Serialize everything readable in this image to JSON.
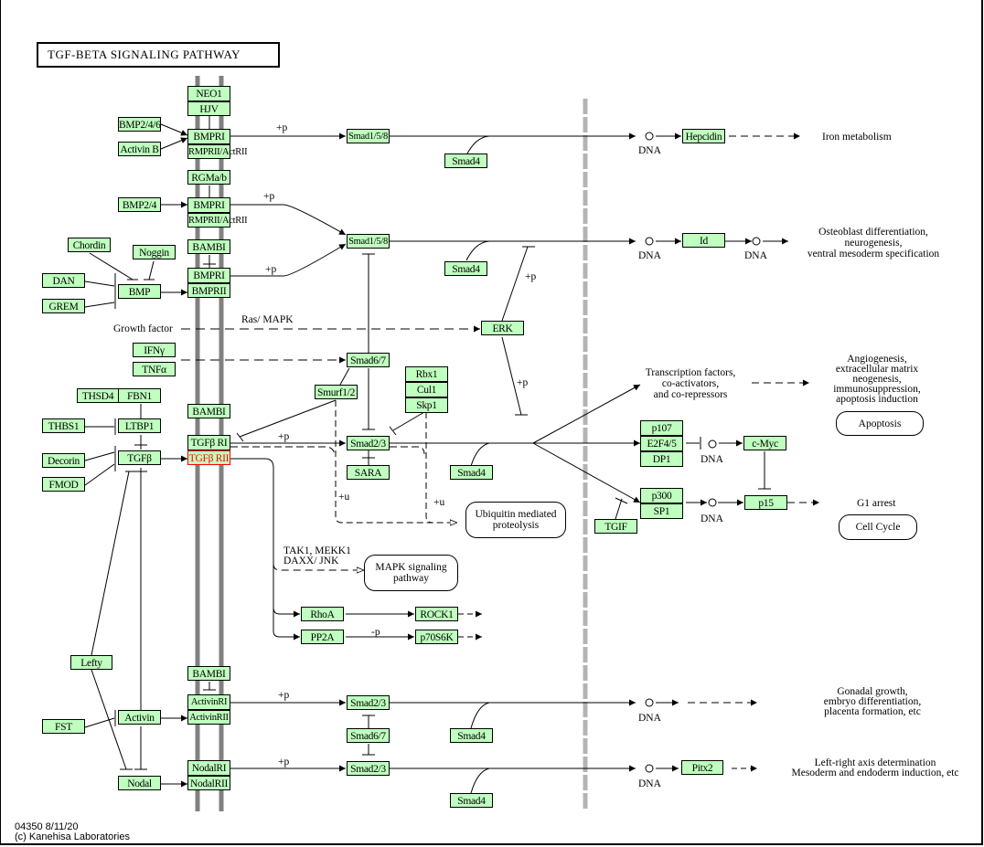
{
  "title": "TGF-BETA SIGNALING PATHWAY",
  "footer": {
    "id_date": "04350 8/11/20",
    "copyright": "(c) Kanehisa Laboratories"
  },
  "colors": {
    "gene_fill": "#bfffbf",
    "highlight": "#ff0000",
    "membrane": "#808080",
    "nucleus": "#b4b4b4"
  },
  "genes": {
    "neo1": "NEO1",
    "hjv": "HJV",
    "bmp246": "BMP2/4/6",
    "activinb": "Activin B",
    "bmpri_1": "BMPRI",
    "bmprii_actrii_1": "RMPRII/ActRII",
    "rgma": "RGMa/b",
    "bmp24": "BMP2/4",
    "bmpri_2": "BMPRI",
    "bmprii_actrii_2": "RMPRII/ActRII",
    "chordin": "Chordin",
    "noggin": "Noggin",
    "dan": "DAN",
    "grem": "GREM",
    "bmp": "BMP",
    "bambi_1": "BAMBI",
    "bmpri_3": "BMPRI",
    "bmprii_3": "BMPRII",
    "ifng": "IFNγ",
    "tnfa": "TNFα",
    "thsd4": "THSD4",
    "fbn1": "FBN1",
    "thbs1": "THBS1",
    "ltbp1": "LTBP1",
    "decorin": "Decorin",
    "fmod": "FMOD",
    "tgfb": "TGFβ",
    "bambi_2": "BAMBI",
    "tgfbri": "TGFβ RI",
    "tgfbrii": "TGFβ RII",
    "lefty": "Lefty",
    "fst": "FST",
    "activin": "Activin",
    "nodal": "Nodal",
    "bambi_3": "BAMBI",
    "activinri": "ActivinRI",
    "activinrii": "ActivinRII",
    "nodalri": "NodalRI",
    "nodalrii": "NodalRII",
    "smad158_1": "Smad1/5/8",
    "smad4_1": "Smad4",
    "smad158_2": "Smad1/5/8",
    "smad4_2": "Smad4",
    "erk": "ERK",
    "smad67_1": "Smad6/7",
    "smurf": "Smurf1/2",
    "rbx1": "Rbx1",
    "cul1": "Cul1",
    "skp1": "Skp1",
    "smad23_1": "Smad2/3",
    "sara": "SARA",
    "smad4_3": "Smad4",
    "rhoa": "RhoA",
    "rock1": "ROCK1",
    "pp2a": "PP2A",
    "p70s6k": "p70S6K",
    "smad23_2": "Smad2/3",
    "smad67_2": "Smad6/7",
    "smad4_4": "Smad4",
    "smad23_3": "Smad2/3",
    "smad4_5": "Smad4",
    "hepcidin": "Hepcidin",
    "id": "Id",
    "p107": "p107",
    "e2f45": "E2F4/5",
    "dp1": "DP1",
    "cmyc": "c-Myc",
    "p300": "p300",
    "sp1": "SP1",
    "p15": "p15",
    "tgif": "TGIF",
    "pitx2": "Pitx2"
  },
  "labels": {
    "plus_p": "+p",
    "minus_p": "-p",
    "plus_u": "+u",
    "dna": "DNA",
    "growth_factor": "Growth factor",
    "ras_mapk": "Ras/ MAPK",
    "tak1": "TAK1, MEKK1",
    "daxx": "DAXX/ JNK",
    "iron": "Iron metabolism",
    "osteo": [
      "Osteoblast differentiation,",
      "neurogenesis,",
      "ventral mesoderm specification"
    ],
    "tf": [
      "Transcription factors,",
      "co-activators,",
      "and co-repressors"
    ],
    "angio": [
      "Angiogenesis,",
      "extracellular matrix",
      "neogenesis,",
      "immunosuppression,",
      "apoptosis induction"
    ],
    "g1": "G1 arrest",
    "gonadal": [
      "Gonadal growth,",
      "embryo differentiation,",
      "placenta formation, etc"
    ],
    "leftright": [
      "Left-right axis determination",
      "Mesoderm and endoderm induction, etc"
    ]
  },
  "maps": {
    "ubiquitin": [
      "Ubiquitin mediated",
      "proteolysis"
    ],
    "mapk": [
      "MAPK signaling",
      "pathway"
    ],
    "apoptosis": "Apoptosis",
    "cellcycle": "Cell Cycle"
  }
}
